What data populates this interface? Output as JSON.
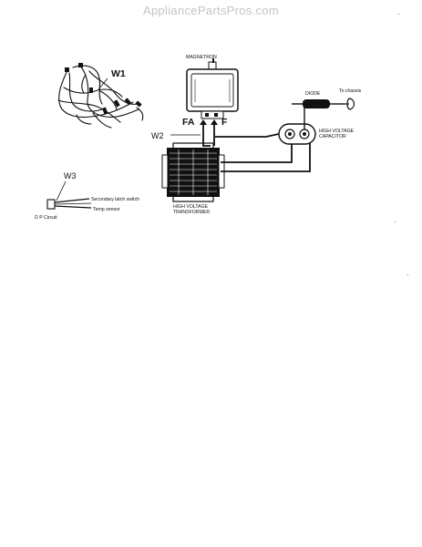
{
  "watermark": "AppliancePartsPros.com",
  "labels": {
    "w1": "W1",
    "w2": "W2",
    "w3": "W3",
    "magnetron": "MAGNETRON",
    "fa": "FA",
    "f": "F",
    "diode": "DIODE",
    "to_chassis": "To chassis",
    "hv_capacitor_line1": "HIGH VOLTAGE",
    "hv_capacitor_line2": "CAPACITOR",
    "hv_transformer_line1": "HIGH VOLTAGE",
    "hv_transformer_line2": "TRANSFORMER",
    "secondary_latch": "Secondary latch switch",
    "temp_sensor": "Temp sensor",
    "dp_circuit": "D P Circuit"
  }
}
